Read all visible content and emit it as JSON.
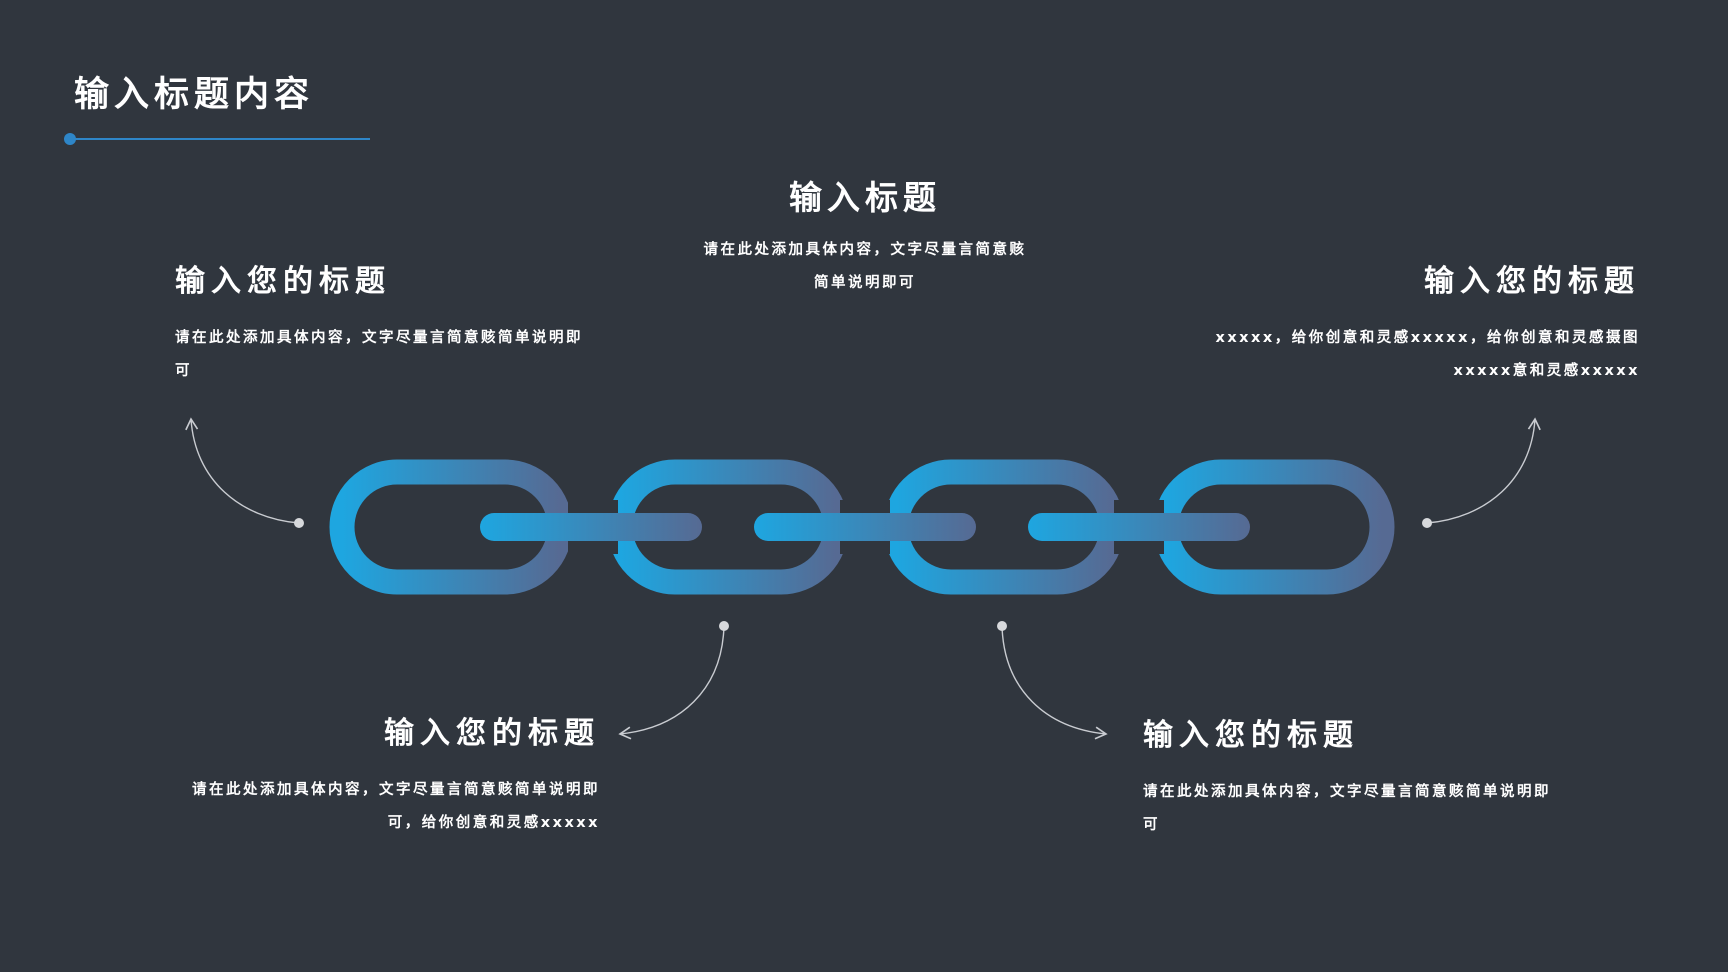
{
  "slide": {
    "title": "输入标题内容",
    "accent_color": "#2e86c8",
    "gradient_colors": [
      "#1ea6e0",
      "#566a93"
    ],
    "background_color": "#30363e"
  },
  "blocks": {
    "top": {
      "heading": "输入标题",
      "body_line1": "请在此处添加具体内容，文字尽量言简意赅",
      "body_line2": "简单说明即可"
    },
    "top_left": {
      "heading": "输入您的标题",
      "body_line1": "请在此处添加具体内容，文字尽量言简意赅简单说明即",
      "body_line2": "可"
    },
    "top_right": {
      "heading": "输入您的标题",
      "body_line1": "xxxxx，给你创意和灵感xxxxx，给你创意和灵感摄图",
      "body_line2": "xxxxx意和灵感xxxxx"
    },
    "bottom_left": {
      "heading": "输入您的标题",
      "body_line1": "请在此处添加具体内容，文字尽量言简意赅简单说明即",
      "body_line2": "可，给你创意和灵感xxxxx"
    },
    "bottom_right": {
      "heading": "输入您的标题",
      "body_line1": "请在此处添加具体内容，文字尽量言简意赅简单说明即",
      "body_line2": "可"
    }
  },
  "icons": {
    "chain": "chain-icon",
    "connector": "curved-arrow-icon"
  }
}
